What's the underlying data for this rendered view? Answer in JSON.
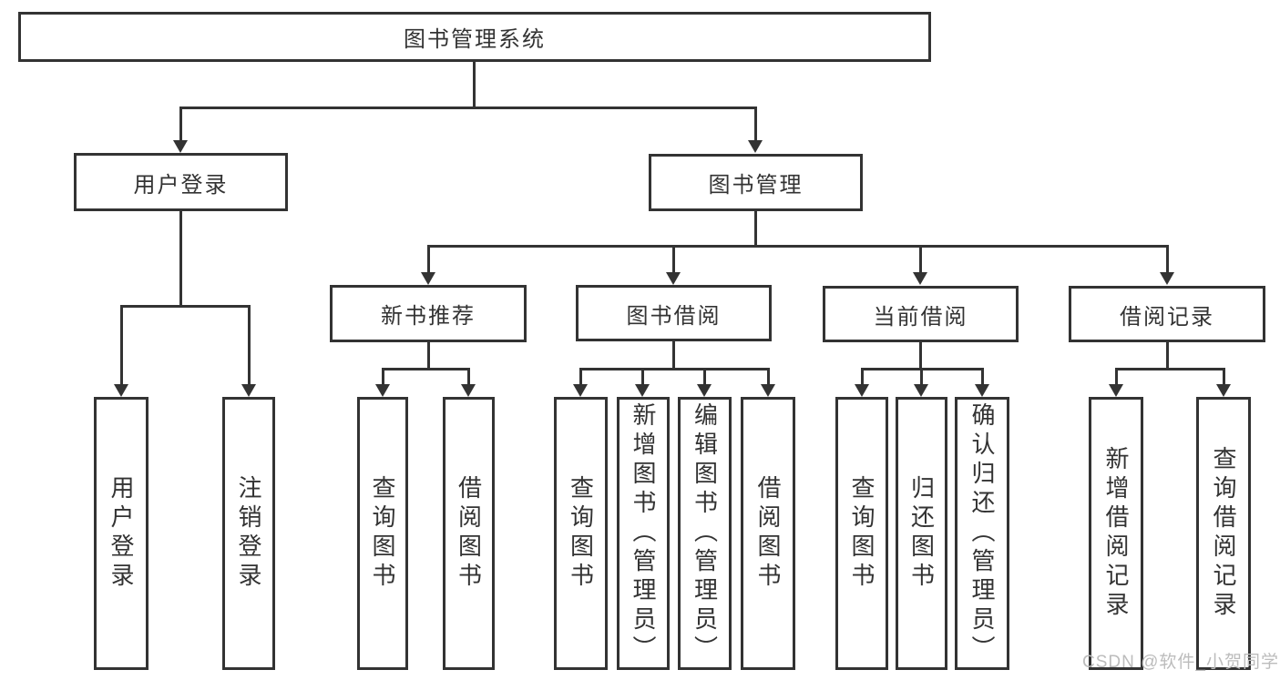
{
  "tree": {
    "root": "图书管理系统",
    "children": [
      {
        "label": "用户登录",
        "children": [
          "用户登录",
          "注销登录"
        ]
      },
      {
        "label": "图书管理",
        "children": [
          {
            "label": "新书推荐",
            "children": [
              "查询图书",
              "借阅图书"
            ]
          },
          {
            "label": "图书借阅",
            "children": [
              "查询图书",
              "新增图书（管理员）",
              "编辑图书（管理员）",
              "借阅图书"
            ]
          },
          {
            "label": "当前借阅",
            "children": [
              "查询图书",
              "归还图书",
              "确认归还（管理员）"
            ]
          },
          {
            "label": "借阅记录",
            "children": [
              "新增借阅记录",
              "查询借阅记录"
            ]
          }
        ]
      }
    ]
  },
  "watermark": "CSDN @软件_小贺同学",
  "colors": {
    "line": "#333333",
    "text": "#333333",
    "watermark": "#bcbcbc",
    "background": "#ffffff"
  }
}
